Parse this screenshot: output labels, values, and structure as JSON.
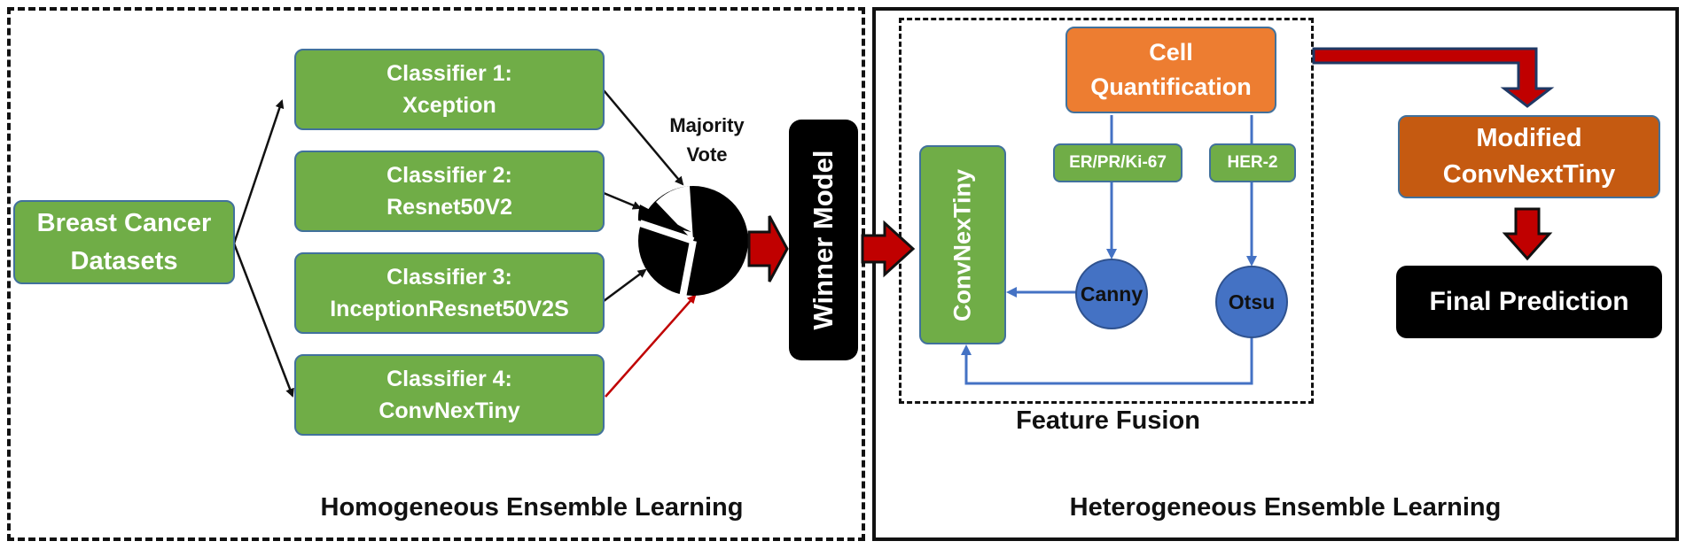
{
  "left_panel": {
    "title": "Homogeneous Ensemble Learning",
    "datasets": {
      "line1": "Breast Cancer",
      "line2": "Datasets"
    },
    "classifiers": [
      {
        "line1": "Classifier 1:",
        "line2": "Xception"
      },
      {
        "line1": "Classifier 2:",
        "line2": "Resnet50V2"
      },
      {
        "line1": "Classifier 3:",
        "line2": "InceptionResnet50V2S"
      },
      {
        "line1": "Classifier 4:",
        "line2": "ConvNexTiny"
      }
    ],
    "vote": {
      "line1": "Majority",
      "line2": "Vote"
    },
    "winner": "Winner Model"
  },
  "right_panel": {
    "title": "Heterogeneous Ensemble Learning",
    "fusion_label": "Feature Fusion",
    "convnext_vertical": "ConvNexTiny",
    "cell_quant": {
      "line1": "Cell",
      "line2": "Quantification"
    },
    "markers": {
      "er_pr_ki": "ER/PR/Ki-67",
      "her2": "HER-2"
    },
    "canny": "Canny",
    "otsu": "Otsu",
    "modified": {
      "line1": "Modified",
      "line2": "ConvNextTiny"
    },
    "final": "Final Prediction"
  },
  "colors": {
    "green": "#70ad47",
    "orange_light": "#ed7d31",
    "orange_dark": "#c55a11",
    "blue": "#4472c4",
    "arrow_red": "#c00000",
    "black": "#000000"
  }
}
